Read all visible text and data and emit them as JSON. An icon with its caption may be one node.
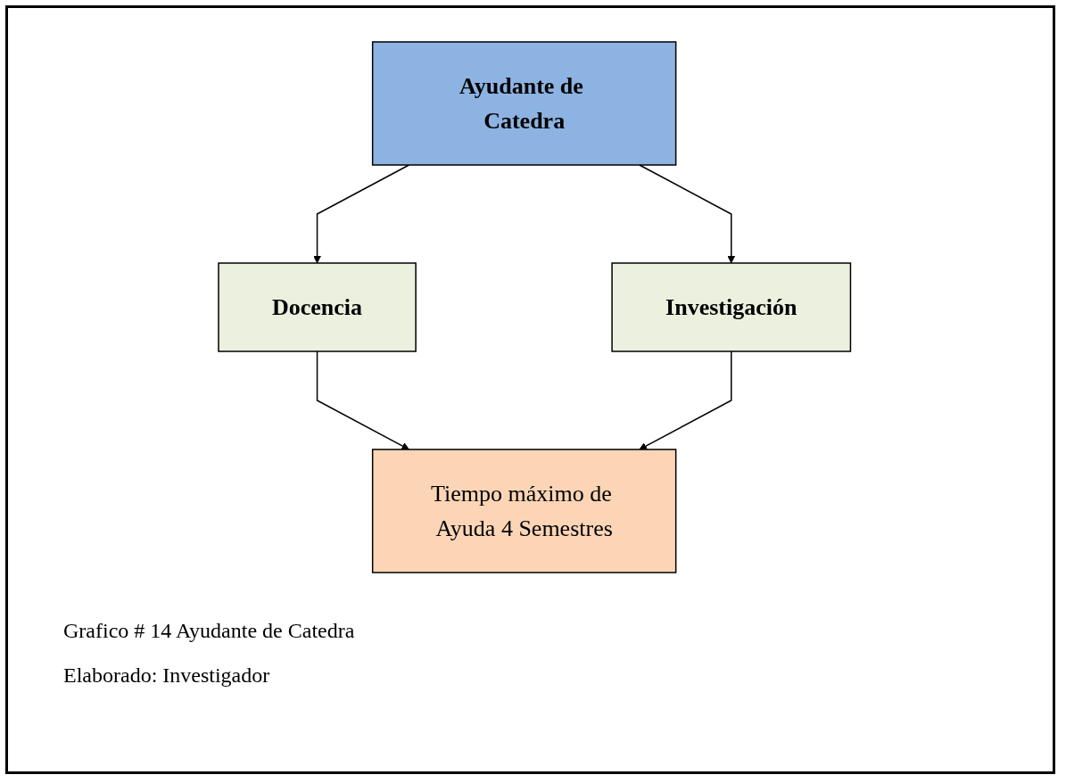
{
  "diagram": {
    "caption": "Grafico # 14 Ayudante de Catedra",
    "nodes": [
      {
        "text": [
          "Ayudante de Catedra"
        ]
      },
      {
        "text": [
          "Docencia"
        ]
      },
      {
        "text": [
          "Investigación"
        ]
      },
      {
        "text": [
          "Tiempo máximo de Ayuda 4 Semestres"
        ]
      }
    ],
    "edges": [
      {
        "from": 0,
        "to": 1,
        "arrow": "to"
      },
      {
        "from": 0,
        "to": 2,
        "arrow": "to"
      },
      {
        "from": 1,
        "to": 3,
        "arrow": "to"
      },
      {
        "from": 2,
        "to": 3,
        "arrow": "to"
      }
    ],
    "labels": [
      "Elaborado: Investigador"
    ]
  }
}
